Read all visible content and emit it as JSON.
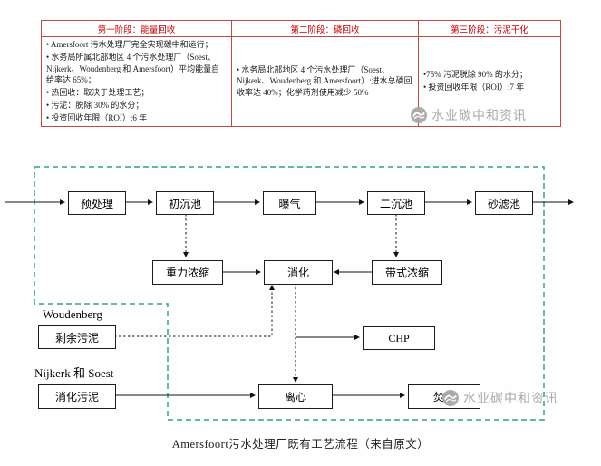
{
  "watermark": {
    "text": "水业碳中和资讯"
  },
  "table": {
    "headers": [
      "第一阶段：能量回收",
      "第二阶段：磷回收",
      "第三阶段：污泥干化"
    ],
    "cells": [
      {
        "items": [
          "• Amersfoort 污水处理厂完全实现碳中和运行；",
          "• 水务局所属北部地区 4 个污水处理厂（Soest、Nijkerk、Woudenberg 和 Amersfoort）平均能量自给率达 65%；",
          "• 热回收：取决于处理工艺；",
          "• 污泥：脱除 30% 的水分；",
          "• 投资回收年限（ROI）:6 年"
        ]
      },
      {
        "items": [
          "• 水务局北部地区 4 个污水处理厂（Soest、Nijkerk、Woudenberg 和 Amersfoort）:进水总磷回收率达 40%；化学药剂使用减少 50%"
        ]
      },
      {
        "items": [
          "•75% 污泥脱除 90% 的水分；",
          "• 投资回收年限（ROI）:7 年"
        ]
      }
    ]
  },
  "diagram": {
    "boxes": {
      "pretreatment": "预处理",
      "primary_clarifier": "初沉池",
      "aeration": "曝气",
      "secondary_clarifier": "二沉池",
      "sand_filter": "砂滤池",
      "gravity_thickening": "重力浓缩",
      "digestion": "消化",
      "belt_thickening": "带式浓缩",
      "excess_sludge": "剩余污泥",
      "chp": "CHP",
      "digested_sludge": "消化污泥",
      "centrifuge": "离心",
      "incineration": "焚烧"
    },
    "labels": {
      "woudenberg": "Woudenberg",
      "nijkerk_soest": "Nijkerk 和 Soest"
    }
  },
  "caption": "Amersfoort污水处理厂既有工艺流程（来自原文）"
}
